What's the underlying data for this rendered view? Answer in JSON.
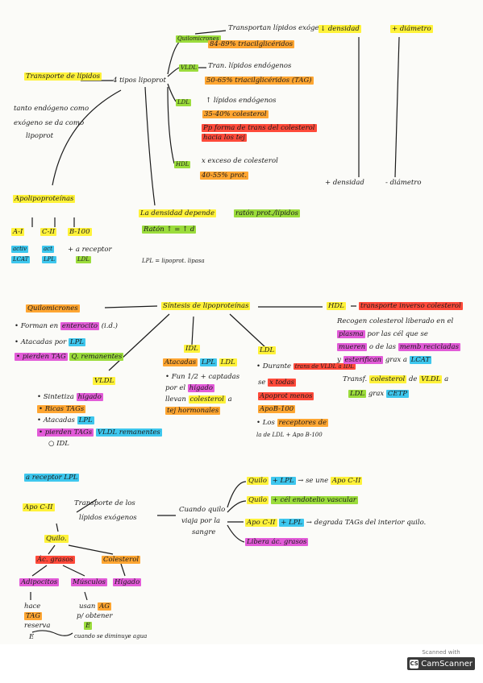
{
  "s1": {
    "transporte": "Transporte de lípidos",
    "tipos": "4 tipos lipoprot",
    "nota": [
      "tanto endógeno como",
      "exógeno se da como",
      "lipoprot"
    ],
    "quilo": "Quilomicrones",
    "quilo_a": "Transportan lípidos exógenos",
    "quilo_b": "84-89% triacilglicéridos",
    "vldl": "VLDL",
    "vldl_a": "Tran. lípidos endógenos",
    "vldl_b": "50-65% triacilglicéridos (TAG)",
    "ldl": "LDL",
    "ldl_a": "↑ lípidos endógenos",
    "ldl_b": "35-40% colesterol",
    "ldl_c": "Pp forma de trans del colesterol",
    "ldl_d": "hacia los tej",
    "hdl": "HDL",
    "hdl_a": "x exceso de colesterol",
    "hdl_b": "40-55% prot.",
    "densidad_menos": "↓ densidad",
    "diam_mas": "+ diámetro",
    "densidad_mas": "+ densidad",
    "diam_menos": "- diámetro",
    "apo": "Apolipoproteínas",
    "apo_cols": [
      "A-I",
      "C-II",
      "B-100"
    ],
    "apo_a_items": [
      "activ",
      "LCAT"
    ],
    "apo_c_items": [
      "act",
      "LPL"
    ],
    "apo_b_items": [
      "+ a receptor",
      "LDL"
    ],
    "dens_text": "La densidad depende",
    "dens_hl": "ratón prot./lípidos",
    "dens_2": "Ratón ↑ = ↑ d",
    "lpl_note": "LPL = lipoprot. lipasa"
  },
  "s2": {
    "title": "Síntesis de lipoproteínas",
    "quilo": "Quilomicrones",
    "q1": "• Forman en",
    "q1b": "enterocito",
    "q1c": "(i.d.)",
    "q2": "• Atacadas por",
    "q2b": "LPL",
    "q3": "• pierden TAG",
    "q3b": "Q. remanentes",
    "vldl": "VLDL",
    "v1a": "• Sintetiza",
    "v1b": "hígado",
    "v2": "• Ricas TAGs",
    "v3a": "• Atacadas",
    "v3b": "LPL",
    "v4a": "• pierden TAGs",
    "v4b": "VLDL remanentes",
    "v5": "○ IDL",
    "idl": "IDL",
    "i1a": "Atacadas",
    "i1b": "LPL",
    "i1c": "LDL",
    "i2": "• Fun 1/2 + captadas",
    "i3a": "por el",
    "i3b": "hígado",
    "i4a": "llevan",
    "i4b": "colesterol",
    "i4c": "a",
    "i5": "tej hormonales",
    "ldl": "LDL",
    "l1a": "• Durante",
    "l1b": "trans de VLDL a IDL",
    "l2a": "se",
    "l2b": "x todas",
    "l3": "Apoprot menos",
    "l4": "ApoB-100",
    "l5a": "• Los",
    "l5b": "receptores de",
    "l6": "la de LDL + Apo B-100",
    "hdl": "HDL",
    "hdl_t": "transporte inverso colesterol",
    "h2a": "Recogen colesterol",
    "h2b": "liberado en el",
    "h3a": "plasma",
    "h3b": "por las cél que se",
    "h4a": "mueren",
    "h4b": "o de las",
    "h4c": "memb recicladas",
    "h5a": "y",
    "h5b": "esterifican",
    "h5c": "grax a",
    "h5d": "LCAT",
    "h6a": "Transf.",
    "h6b": "colesterol",
    "h6c": "de",
    "h6d": "VLDL",
    "h6e": "a",
    "h7a": "LDL",
    "h7b": "grax",
    "h7c": "CETP"
  },
  "s3": {
    "receptor": "a receptor LPL",
    "apo": "Apo C-II",
    "trans": [
      "Transporte de los",
      "lípidos exógenos"
    ],
    "quilo": "Quilo.",
    "ac": "Ác. grasos",
    "col": "Colesterol",
    "adipo": "Adipocitos",
    "musc": "Músculos",
    "hig": "Hígado",
    "hace": [
      "hace",
      "TAG",
      "reserva"
    ],
    "usan": [
      "usan",
      "AG",
      "p/ obtener",
      "E"
    ],
    "e": "E",
    "bottom": "cuando se diminuye agua",
    "cuando": [
      "Cuando quilo",
      "viaja por la",
      "sangre"
    ],
    "r1a": "Quilo",
    "r1b": "+ LPL",
    "r1c": "→ se une",
    "r1d": "Apo C-II",
    "r2a": "Quilo",
    "r2b": "+ cél endotelio vascular",
    "r3a": "Apo C-II",
    "r3b": "+ LPL",
    "r3c": "→ degrada TAGs del interior quilo.",
    "r4": "Libera ác. grasos"
  },
  "scanner": {
    "top": "Scanned with",
    "brand": "CamScanner",
    "icon": "CS"
  }
}
